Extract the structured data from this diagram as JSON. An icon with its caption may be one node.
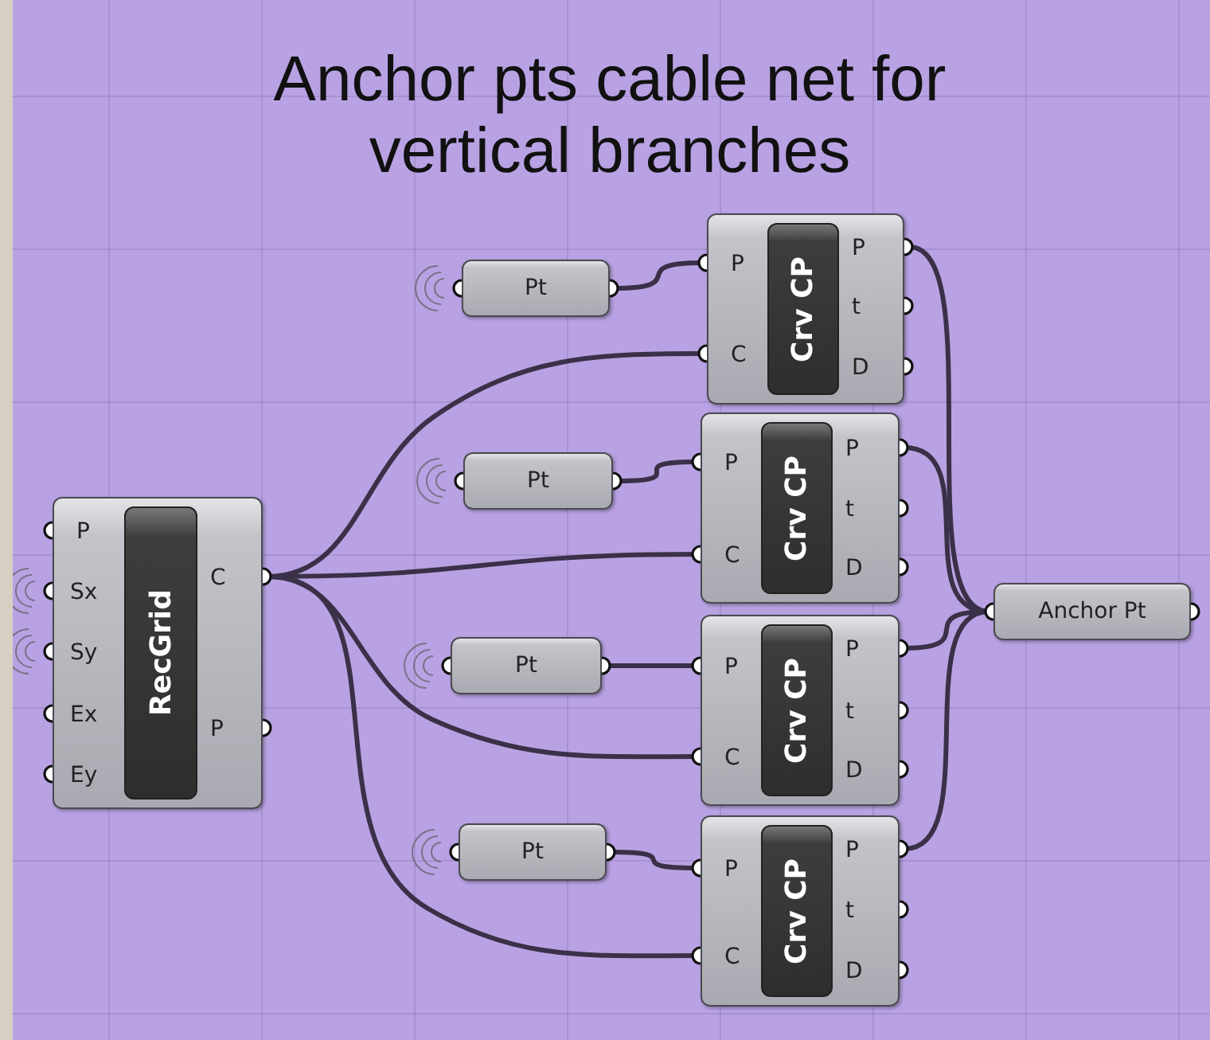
{
  "diagram": {
    "title": "Anchor pts cable net for vertical branches",
    "nodes": [
      {
        "text": [
          "P",
          "Sx",
          "Sy",
          "Ex",
          "Ey",
          "RecGrid",
          "C",
          "P"
        ]
      },
      {
        "text": [
          "Pt"
        ]
      },
      {
        "text": [
          "P",
          "C",
          "Crv CP",
          "P",
          "t",
          "D"
        ]
      },
      {
        "text": [
          "Pt"
        ]
      },
      {
        "text": [
          "P",
          "C",
          "Crv CP",
          "P",
          "t",
          "D"
        ]
      },
      {
        "text": [
          "Pt"
        ]
      },
      {
        "text": [
          "P",
          "C",
          "Crv CP",
          "P",
          "t",
          "D"
        ]
      },
      {
        "text": [
          "Pt"
        ]
      },
      {
        "text": [
          "P",
          "C",
          "Crv CP",
          "P",
          "t",
          "D"
        ]
      },
      {
        "text": [
          "Anchor Pt"
        ]
      }
    ],
    "edges": [
      {
        "from": 1,
        "to": 2,
        "arrow": "none"
      },
      {
        "from": 0,
        "to": 2,
        "arrow": "none"
      },
      {
        "from": 0,
        "to": 4,
        "arrow": "none"
      },
      {
        "from": 3,
        "to": 4,
        "arrow": "none"
      },
      {
        "from": 0,
        "to": 6,
        "arrow": "none"
      },
      {
        "from": 5,
        "to": 6,
        "arrow": "none"
      },
      {
        "from": 0,
        "to": 8,
        "arrow": "none"
      },
      {
        "from": 7,
        "to": 8,
        "arrow": "none"
      },
      {
        "from": 2,
        "to": 9,
        "arrow": "none"
      },
      {
        "from": 4,
        "to": 9,
        "arrow": "none"
      },
      {
        "from": 6,
        "to": 9,
        "arrow": "none"
      },
      {
        "from": 8,
        "to": 9,
        "arrow": "none"
      }
    ]
  }
}
